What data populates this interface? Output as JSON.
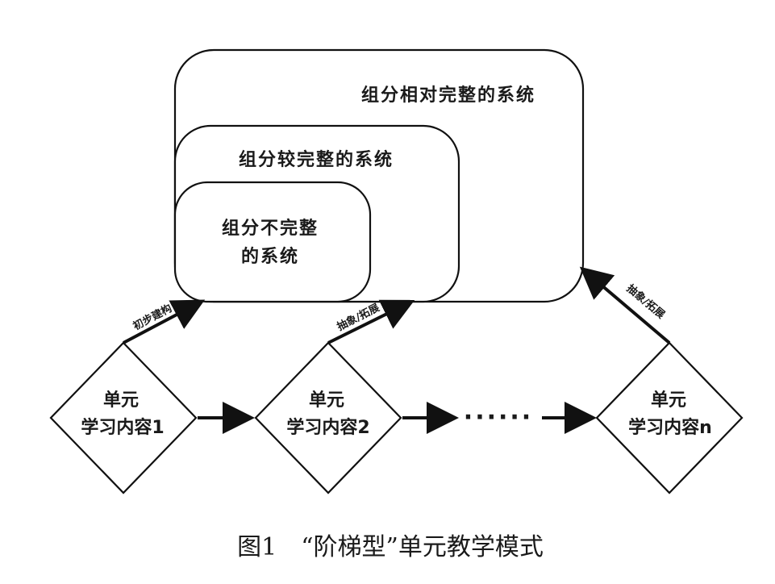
{
  "systems": {
    "outer": "组分相对完整的系统",
    "middle": "组分较完整的系统",
    "inner_line1": "组分不完整",
    "inner_line2": "的系统"
  },
  "units": [
    {
      "line1": "单元",
      "line2": "学习内容1"
    },
    {
      "line1": "单元",
      "line2": "学习内容2"
    },
    {
      "line1": "单元",
      "line2": "学习内容n"
    }
  ],
  "edges": {
    "initial_build": "初步建构",
    "abstract_extend_1": "抽象/拓展",
    "abstract_extend_2": "抽象/拓展"
  },
  "ellipsis": "······",
  "caption": "图1　“阶梯型”单元教学模式"
}
